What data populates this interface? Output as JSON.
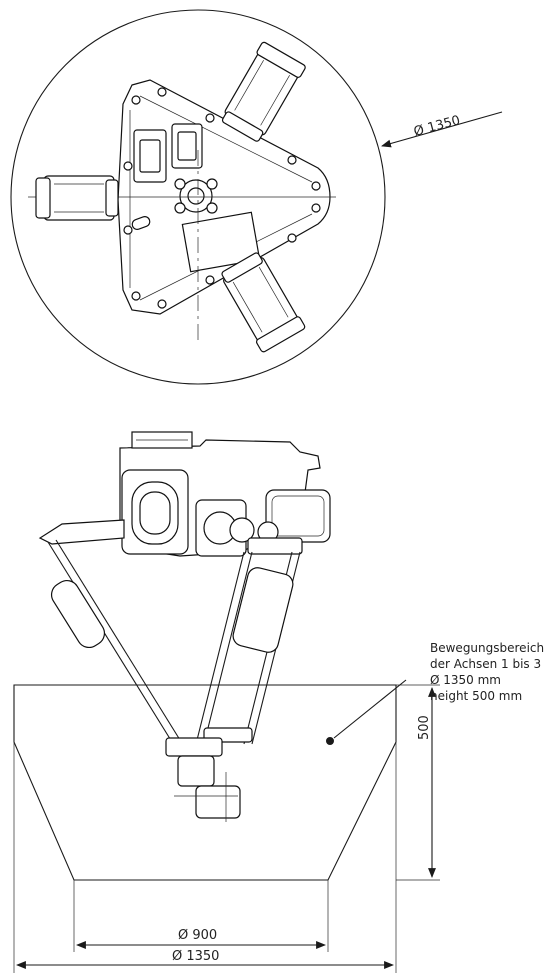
{
  "top_view": {
    "diameter_label": "Ø 1350"
  },
  "note": {
    "lines": [
      "Bewegungsbereich",
      "der Achsen 1 bis 3",
      "Ø 1350 mm",
      "height 500 mm"
    ]
  },
  "dimensions": {
    "height_label": "500",
    "inner_diameter_label": "Ø 900",
    "outer_diameter_label": "Ø 1350"
  },
  "colors": {
    "line": "#1a1a1a",
    "background": "#ffffff"
  }
}
